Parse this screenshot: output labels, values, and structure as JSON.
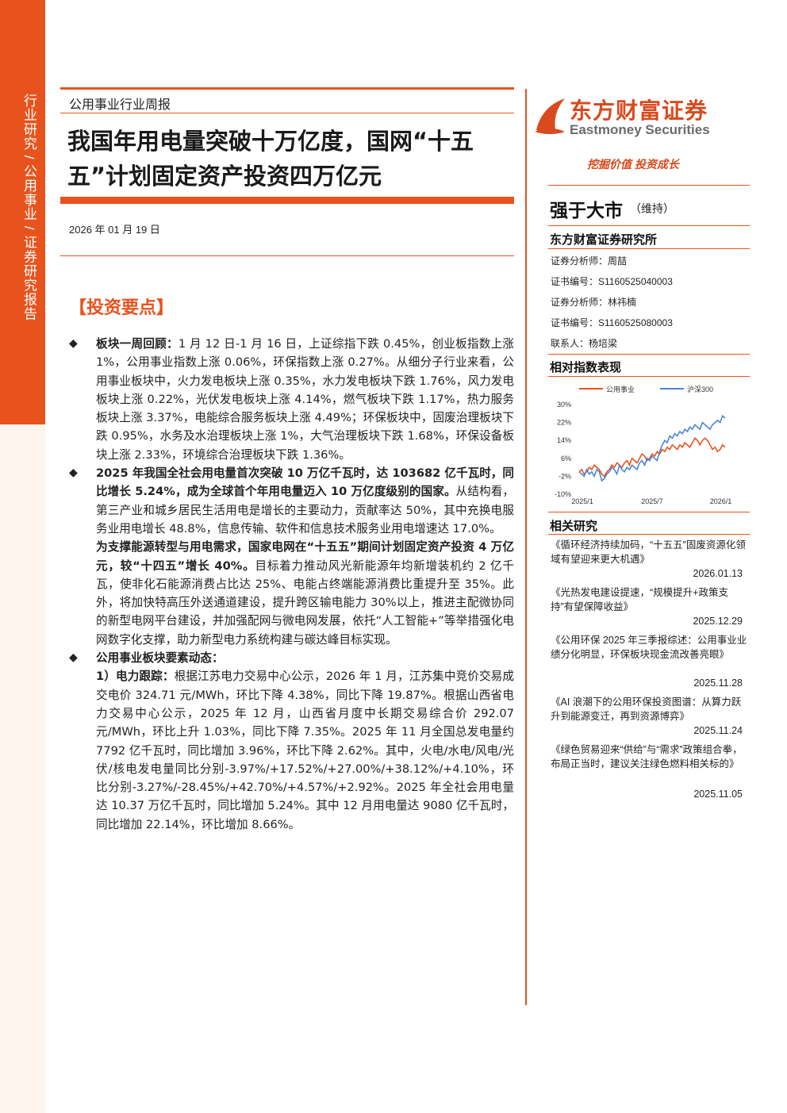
{
  "sidebar": {
    "text": "行业研究 / 公用事业 / 证券研究报告"
  },
  "header": {
    "report_type": "公用事业行业周报",
    "title": "我国年用电量突破十万亿度，国网“十五五”计划固定资产投资四万亿元",
    "date": "2026 年 01 月 19 日"
  },
  "section": {
    "title": "【投资要点】"
  },
  "bullets": {
    "b1_bold": "板块一周回顾：",
    "b1_text": "1 月 12 日-1 月 16 日，上证综指下跌 0.45%，创业板指数上涨 1%，公用事业指数上涨 0.06%，环保指数上涨 0.27%。从细分子行业来看，公用事业板块中，火力发电板块上涨 0.35%，水力发电板块下跌 1.76%，风力发电板块上涨 0.22%，光伏发电板块上涨 4.14%，燃气板块下跌 1.17%，热力服务板块上涨 3.37%，电能综合服务板块上涨 4.49%；环保板块中，固废治理板块下跌 0.95%，水务及水治理板块上涨 1%，大气治理板块下跌 1.68%，环保设备板块上涨 2.33%，环境综合治理板块下跌 1.36%。",
    "b2_bold": "2025 年我国全社会用电量首次突破 10 万亿千瓦时，达 103682 亿千瓦时，同比增长 5.24%，成为全球首个年用电量迈入 10 万亿度级别的国家。",
    "b2_text": "从结构看，第三产业和城乡居民生活用电是增长的主要动力，贡献率达 50%，其中充换电服务业用电增长 48.8%，信息传输、软件和信息技术服务业用电增速达 17.0%。",
    "b3_bold": "为支撑能源转型与用电需求，国家电网在“十五五”期间计划固定资产投资 4 万亿元，较“十四五”增长 40%。",
    "b3_text": "目标着力推动风光新能源年均新增装机约 2 亿千瓦，使非化石能源消费占比达 25%、电能占终端能源消费比重提升至 35%。此外，将加快特高压外送通道建设，提升跨区输电能力 30%以上，推进主配微协同的新型电网平台建设，并加强配网与微电网发展，依托“人工智能+”等举措强化电网数字化支撑，助力新型电力系统构建与碳达峰目标实现。",
    "b4_bold": "公用事业板块要素动态：",
    "b5_bold": "1）电力跟踪：",
    "b5_text": "根据江苏电力交易中心公示，2026 年 1 月，江苏集中竞价交易成交电价 324.71 元/MWh，环比下降 4.38%，同比下降 19.87%。根据山西省电力交易中心公示，2025 年 12 月，山西省月度中长期交易综合价 292.07 元/MWh，环比上升 1.03%，同比下降 7.35%。2025 年 11 月全国总发电量约 7792 亿千瓦时，同比增加 3.96%，环比下降 2.62%。其中，火电/水电/风电/光伏/核电发电量同比分别-3.97%/+17.52%/+27.00%/+38.12%/+4.10%，环比分别-3.27%/-28.45%/+42.70%/+4.57%/+2.92%。2025 年全社会用电量达 10.37 万亿千瓦时，同比增加 5.24%。其中 12 月用电量达 9080 亿千瓦时，同比增加 22.14%，环比增加 8.66%。"
  },
  "brand": {
    "name_cn": "东方财富证券",
    "name_en": "Eastmoney Securities",
    "slogan": "挖掘价值 投资成长",
    "accent": "#e8531d"
  },
  "rating": {
    "label": "强于大市",
    "note": "（维持）"
  },
  "institute": {
    "name": "东方财富证券研究所",
    "analyst1": "证券分析师：周喆",
    "cert1": "证书编号：S1160525040003",
    "analyst2": "证券分析师：林祎楠",
    "cert2": "证书编号：S1160525080003",
    "contact": "联系人：杨培梁"
  },
  "chart_title": "相对指数表现",
  "chart_data": {
    "type": "line",
    "x_ticks": [
      "2025/1",
      "2025/7",
      "2026/1"
    ],
    "y_ticks": [
      "30%",
      "22%",
      "14%",
      "6%",
      "-2%",
      "-10%"
    ],
    "ylim": [
      -10,
      30
    ],
    "legend_position": "top",
    "series": [
      {
        "name": "公用事业",
        "color": "#e8531d",
        "values": [
          0,
          1,
          -1,
          0,
          2,
          1,
          3,
          2,
          1,
          -1,
          -2,
          0,
          1,
          3,
          2,
          4,
          3,
          2,
          4,
          5,
          3,
          6,
          5,
          4,
          6,
          8,
          7,
          5,
          6,
          8,
          7,
          9,
          8,
          10,
          9,
          11,
          10,
          12,
          11,
          10,
          12,
          11,
          13,
          12,
          11,
          13,
          15,
          14,
          12,
          14,
          15,
          14,
          12,
          10,
          11,
          9,
          10,
          12,
          11
        ]
      },
      {
        "name": "沪深300",
        "color": "#4a86d6",
        "values": [
          0,
          -1,
          -2,
          1,
          -1,
          0,
          -2,
          1,
          0,
          -4,
          -3,
          -1,
          0,
          2,
          1,
          -1,
          3,
          1,
          0,
          2,
          1,
          3,
          2,
          1,
          4,
          5,
          3,
          6,
          5,
          7,
          6,
          5,
          9,
          12,
          14,
          13,
          16,
          15,
          17,
          16,
          18,
          17,
          19,
          18,
          20,
          19,
          21,
          20,
          19,
          22,
          21,
          20,
          19,
          21,
          22,
          23,
          22,
          25,
          24
        ]
      }
    ]
  },
  "research": {
    "title": "相关研究",
    "items": [
      {
        "title": "《循环经济持续加码，“十五五”固废资源化领域有望迎来更大机遇》",
        "date": "2026.01.13"
      },
      {
        "title": "《光热发电建设提速，“规模提升+政策支持”有望保障收益》",
        "date": "2025.12.29"
      },
      {
        "title": "《公用环保 2025 年三季报综述：公用事业业绩分化明显，环保板块现金流改善亮眼》",
        "date": "2025.11.28"
      },
      {
        "title": "《AI 浪潮下的公用环保投资图谱：从算力跃升到能源变迁，再到资源博弈》",
        "date": "2025.11.24"
      },
      {
        "title": "《绿色贸易迎来“供给”与“需求”政策组合拳，布局正当时，建议关注绿色燃料相关标的》",
        "date": "2025.11.05"
      }
    ]
  }
}
